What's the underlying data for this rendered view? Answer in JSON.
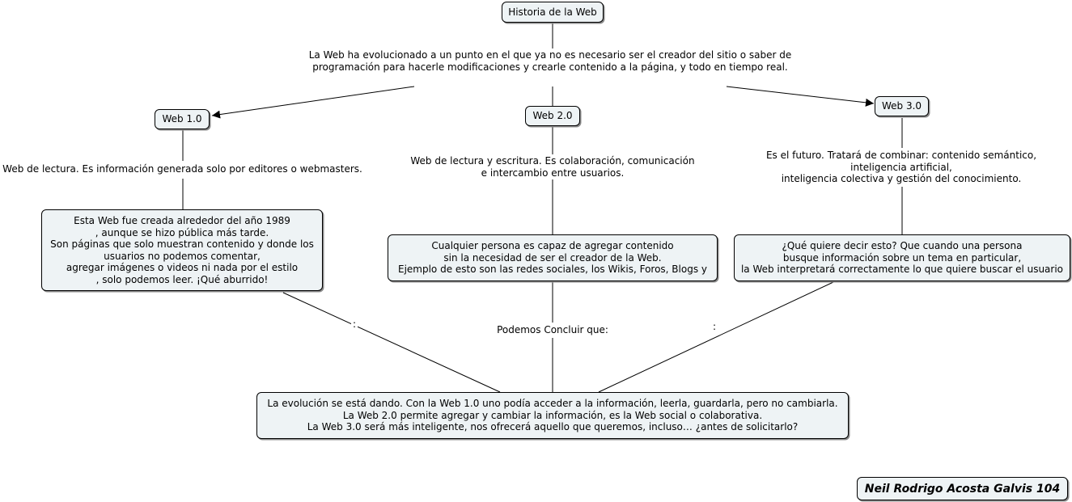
{
  "title": "Historia de la Web",
  "intro": "La Web ha evolucionado a un punto en el que ya no es necesario ser el creador del sitio o saber de\nprogramación para hacerle modificaciones y crearle contenido a la página, y todo en tiempo real.",
  "web1": {
    "label": "Web 1.0",
    "description": "Web de lectura. Es información generada solo por editores o webmasters.",
    "detail": "Esta Web fue creada alrededor del año 1989\n, aunque se hizo pública más tarde.\nSon páginas que solo muestran contenido y donde los\nusuarios no podemos comentar,\nagregar imágenes o videos ni nada por el estilo\n, solo podemos leer. ¡Qué aburrido!"
  },
  "web2": {
    "label": "Web 2.0",
    "description": "Web de lectura y escritura. Es colaboración, comunicación\ne intercambio entre usuarios.",
    "detail": "Cualquier persona es capaz de agregar contenido\nsin la necesidad de ser el creador de la Web.\nEjemplo de esto son las redes sociales, los Wikis, Foros, Blogs y"
  },
  "web3": {
    "label": "Web 3.0",
    "description": "Es el futuro. Tratará de combinar: contenido semántico,\ninteligencia artificial,\ninteligencia colectiva y gestión del conocimiento.",
    "detail": "¿Qué quiere decir esto? Que cuando una persona\nbusque información sobre un tema en particular,\nla Web interpretará correctamente lo que quiere buscar el usuario"
  },
  "conclusion_link": "Podemos Concluir que:",
  "link_separator": ":",
  "conclusion": "La evolución se está dando. Con la Web 1.0 uno podía acceder a la información, leerla, guardarla, pero no cambiarla.\nLa Web 2.0 permite agregar y cambiar la información, es la Web social o colaborativa.\nLa Web 3.0 será más inteligente, nos ofrecerá aquello que queremos, incluso… ¿antes de solicitarlo?",
  "author": "Neil Rodrigo Acosta Galvis 104",
  "colors": {
    "node_fill": "#eef3f5",
    "line": "#000000",
    "shadow": "#8a8a8a"
  }
}
